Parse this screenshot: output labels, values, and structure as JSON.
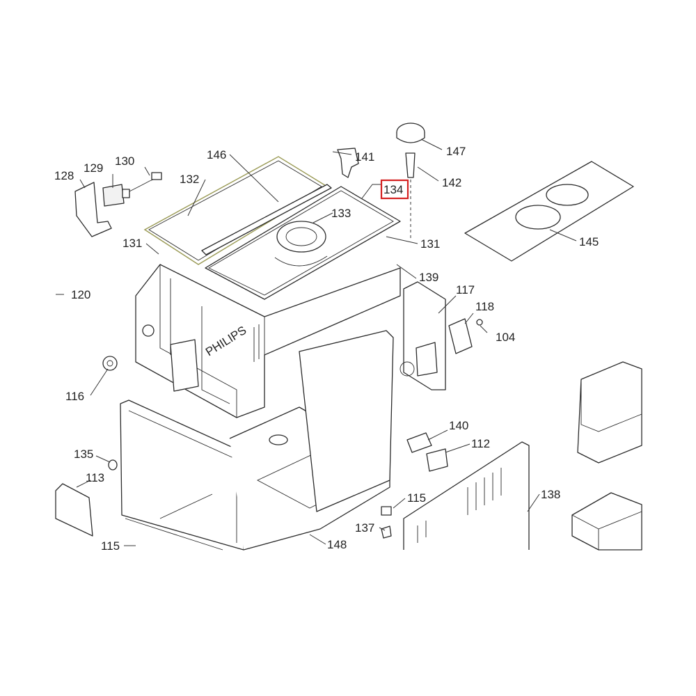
{
  "diagram": {
    "brand_mark": "PHILIPS",
    "highlighted_part": "134",
    "highlight_color": "#d42020",
    "callouts": [
      {
        "id": "c146",
        "label": "146"
      },
      {
        "id": "c141",
        "label": "141"
      },
      {
        "id": "c147",
        "label": "147"
      },
      {
        "id": "c129",
        "label": "129"
      },
      {
        "id": "c130",
        "label": "130"
      },
      {
        "id": "c128",
        "label": "128"
      },
      {
        "id": "c132",
        "label": "132"
      },
      {
        "id": "c134",
        "label": "134"
      },
      {
        "id": "c142",
        "label": "142"
      },
      {
        "id": "c133",
        "label": "133"
      },
      {
        "id": "c131a",
        "label": "131"
      },
      {
        "id": "c131b",
        "label": "131"
      },
      {
        "id": "c145",
        "label": "145"
      },
      {
        "id": "c139",
        "label": "139"
      },
      {
        "id": "c120",
        "label": "120"
      },
      {
        "id": "c117",
        "label": "117"
      },
      {
        "id": "c118",
        "label": "118"
      },
      {
        "id": "c104",
        "label": "104"
      },
      {
        "id": "c116",
        "label": "116"
      },
      {
        "id": "c140",
        "label": "140"
      },
      {
        "id": "c112",
        "label": "112"
      },
      {
        "id": "c135",
        "label": "135"
      },
      {
        "id": "c113",
        "label": "113"
      },
      {
        "id": "c115a",
        "label": "115"
      },
      {
        "id": "c138",
        "label": "138"
      },
      {
        "id": "c137",
        "label": "137"
      },
      {
        "id": "c115b",
        "label": "115"
      },
      {
        "id": "c148",
        "label": "148"
      }
    ]
  }
}
